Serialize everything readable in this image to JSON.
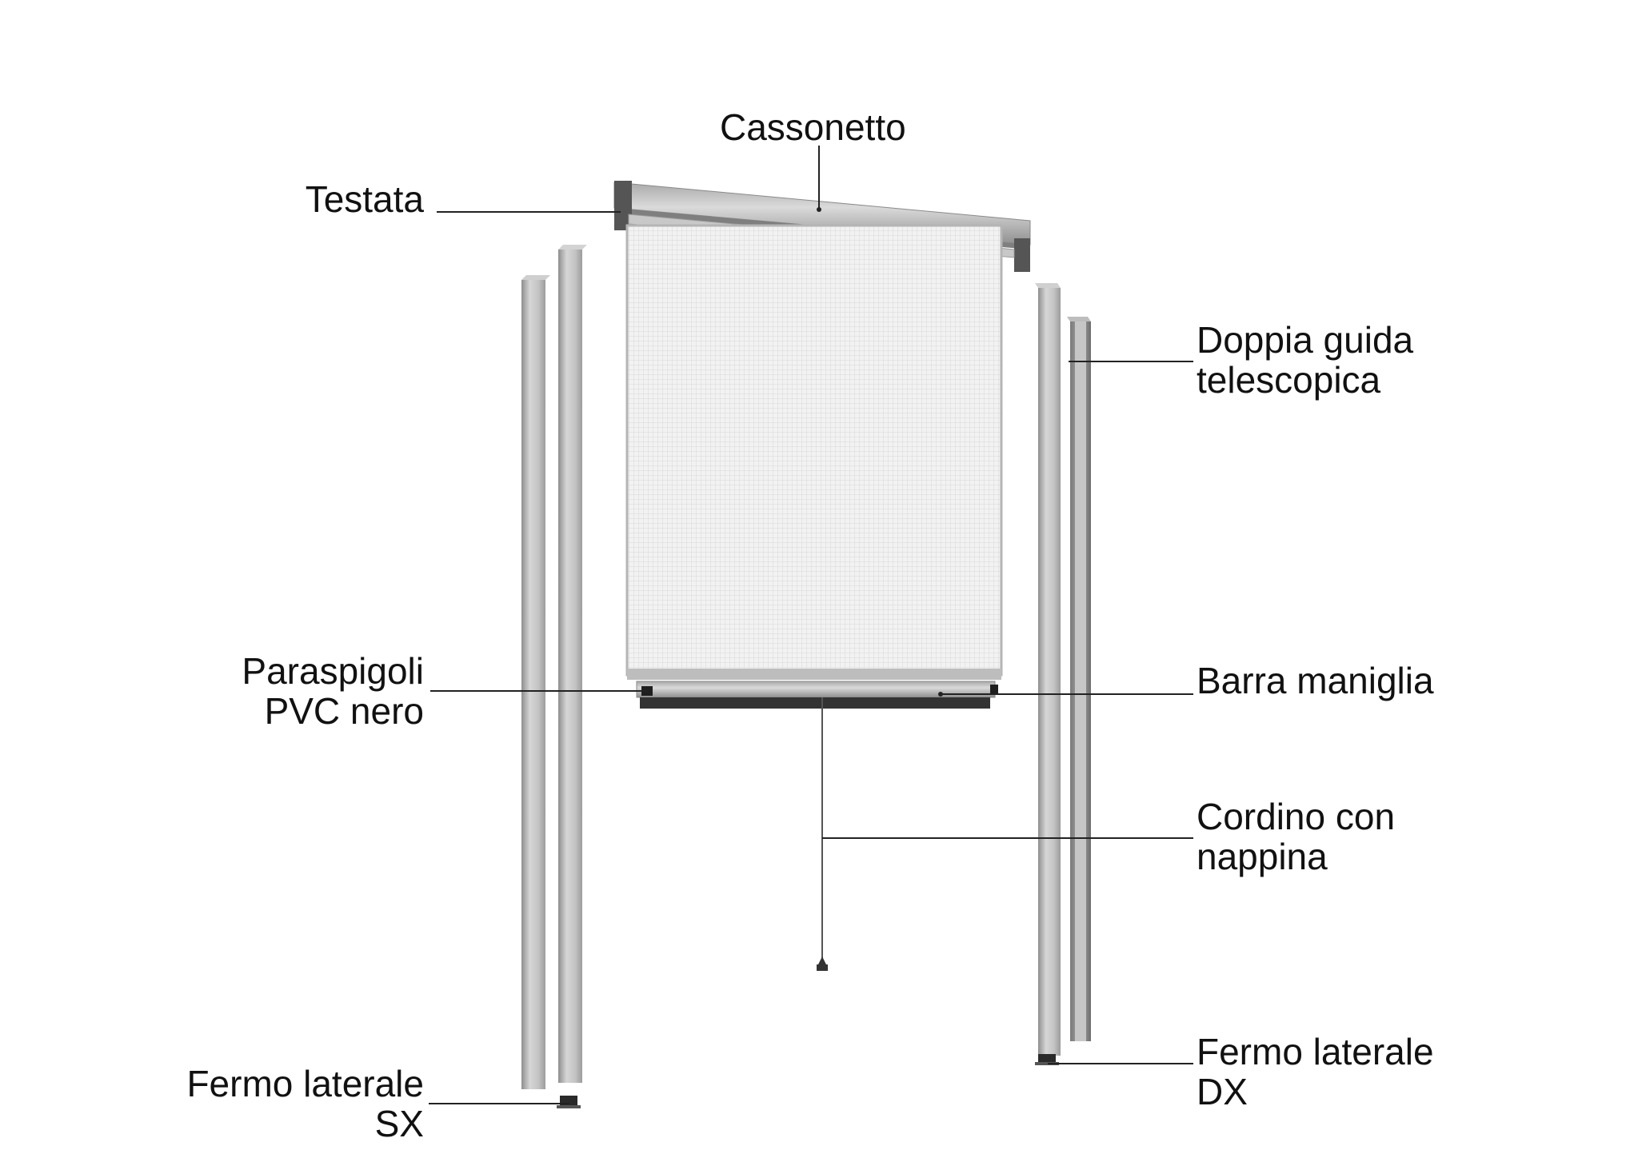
{
  "labels": {
    "cassonetto": "Cassonetto",
    "testata": "Testata",
    "doppia_guida": [
      "Doppia guida",
      "telescopica"
    ],
    "paraspigoli": [
      "Paraspigoli",
      "PVC nero"
    ],
    "barra_maniglia": "Barra maniglia",
    "cordino": [
      "Cordino con",
      "nappina"
    ],
    "fermo_sx": [
      "Fermo laterale",
      "SX"
    ],
    "fermo_dx": [
      "Fermo laterale",
      "DX"
    ]
  },
  "colors": {
    "background": "#ffffff",
    "text": "#111111",
    "leader_line": "#222222",
    "aluminium": "#b8b8b8",
    "mesh": "#f1f1f1",
    "brush": "#333333"
  }
}
